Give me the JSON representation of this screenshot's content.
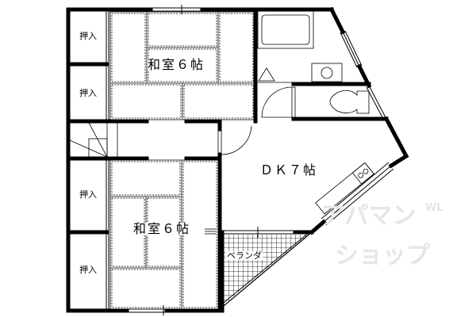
{
  "floor_plan": {
    "closets": [
      "押入",
      "押入",
      "押入",
      "押入"
    ],
    "rooms": {
      "upper_washitsu": "和室６帖",
      "lower_washitsu": "和室６帖",
      "dk": "ＤＫ７帖",
      "veranda": "ベランダ"
    }
  },
  "watermark": {
    "line1": "アパマン",
    "line2": "ショップ",
    "mark": "WL"
  },
  "colors": {
    "wall": "#000000",
    "watermark": "#e6e6e6"
  }
}
